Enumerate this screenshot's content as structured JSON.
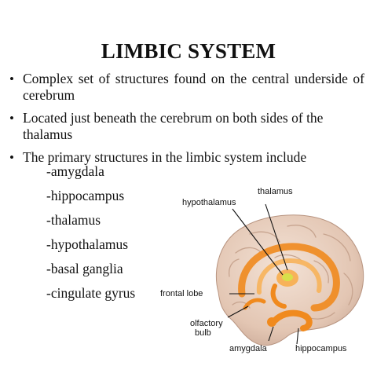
{
  "slide": {
    "title": "LIMBIC SYSTEM",
    "bullets": [
      "Complex set of structures found on the central underside of cerebrum",
      "Located just beneath the cerebrum on both sides of the thalamus",
      "The primary structures in the limbic system include"
    ],
    "structures": [
      "-amygdala",
      "-hippocampus",
      "-thalamus",
      "-hypothalamus",
      "-basal ganglia",
      "-cingulate gyrus"
    ]
  },
  "diagram": {
    "labels": {
      "thalamus": "thalamus",
      "hypothalamus": "hypothalamus",
      "frontal_lobe": "frontal lobe",
      "olfactory_line1": "olfactory",
      "olfactory_line2": "bulb",
      "amygdala": "amygdala",
      "hippocampus": "hippocampus"
    },
    "colors": {
      "brain": "#e9d2c4",
      "brain_shadow": "#c9a896",
      "limbic": "#f08a1e",
      "limbic_light": "#f7b25a",
      "thalamus_highlight": "#d8e04a"
    }
  }
}
